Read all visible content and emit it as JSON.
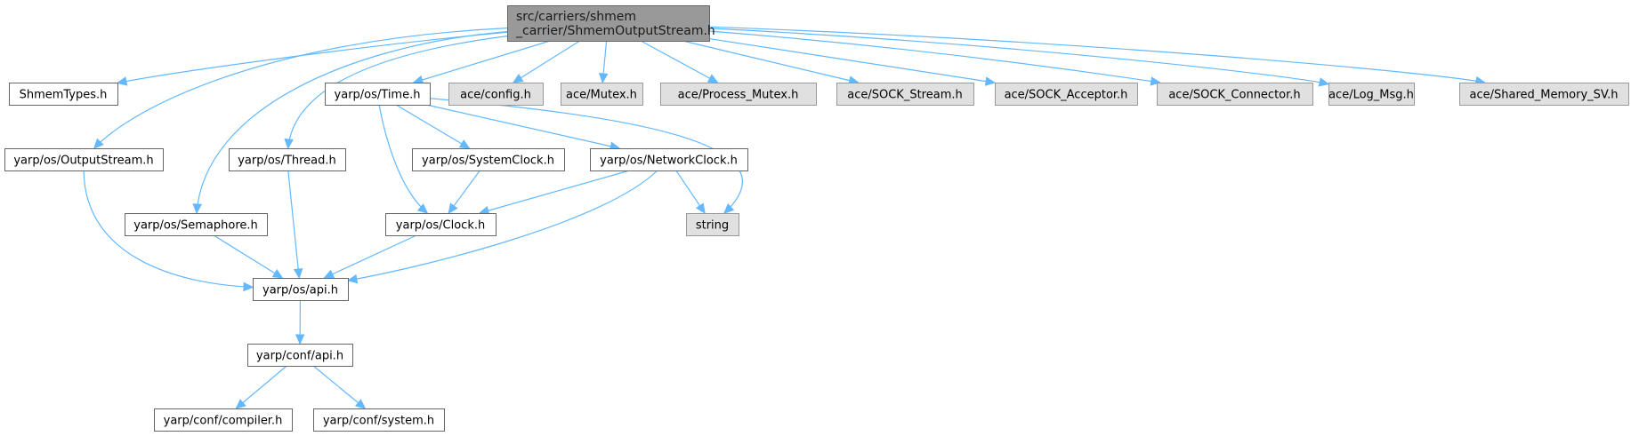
{
  "graph": {
    "title": "Include dependency graph for ShmemOutputStream.h",
    "colors": {
      "edge": "#63b8ff",
      "root_fill": "#999999",
      "std_fill": "#ffffff",
      "ext_fill": "#e0e0e0",
      "border": "#666666"
    },
    "nodes": [
      {
        "id": "root",
        "kind": "root",
        "lines": [
          "src/carriers/shmem",
          "_carrier/ShmemOutputStream.h"
        ]
      },
      {
        "id": "shmemtypes",
        "kind": "std",
        "lines": [
          "ShmemTypes.h"
        ]
      },
      {
        "id": "time",
        "kind": "std",
        "lines": [
          "yarp/os/Time.h"
        ]
      },
      {
        "id": "aceconfig",
        "kind": "ext",
        "lines": [
          "ace/config.h"
        ]
      },
      {
        "id": "acemutex",
        "kind": "ext",
        "lines": [
          "ace/Mutex.h"
        ]
      },
      {
        "id": "aceprocmutex",
        "kind": "ext",
        "lines": [
          "ace/Process_Mutex.h"
        ]
      },
      {
        "id": "acesockstream",
        "kind": "ext",
        "lines": [
          "ace/SOCK_Stream.h"
        ]
      },
      {
        "id": "acesockacceptor",
        "kind": "ext",
        "lines": [
          "ace/SOCK_Acceptor.h"
        ]
      },
      {
        "id": "acesockconnector",
        "kind": "ext",
        "lines": [
          "ace/SOCK_Connector.h"
        ]
      },
      {
        "id": "acelogmsg",
        "kind": "ext",
        "lines": [
          "ace/Log_Msg.h"
        ]
      },
      {
        "id": "aceshmsv",
        "kind": "ext",
        "lines": [
          "ace/Shared_Memory_SV.h"
        ]
      },
      {
        "id": "outputstream",
        "kind": "std",
        "lines": [
          "yarp/os/OutputStream.h"
        ]
      },
      {
        "id": "thread",
        "kind": "std",
        "lines": [
          "yarp/os/Thread.h"
        ]
      },
      {
        "id": "systemclock",
        "kind": "std",
        "lines": [
          "yarp/os/SystemClock.h"
        ]
      },
      {
        "id": "networkclock",
        "kind": "std",
        "lines": [
          "yarp/os/NetworkClock.h"
        ]
      },
      {
        "id": "semaphore",
        "kind": "std",
        "lines": [
          "yarp/os/Semaphore.h"
        ]
      },
      {
        "id": "clock",
        "kind": "std",
        "lines": [
          "yarp/os/Clock.h"
        ]
      },
      {
        "id": "string",
        "kind": "ext",
        "lines": [
          "string"
        ]
      },
      {
        "id": "osapi",
        "kind": "std",
        "lines": [
          "yarp/os/api.h"
        ]
      },
      {
        "id": "confapi",
        "kind": "std",
        "lines": [
          "yarp/conf/api.h"
        ]
      },
      {
        "id": "compiler",
        "kind": "std",
        "lines": [
          "yarp/conf/compiler.h"
        ]
      },
      {
        "id": "system",
        "kind": "std",
        "lines": [
          "yarp/conf/system.h"
        ]
      }
    ],
    "edges": [
      {
        "from": "root",
        "to": "shmemtypes"
      },
      {
        "from": "root",
        "to": "outputstream"
      },
      {
        "from": "root",
        "to": "semaphore"
      },
      {
        "from": "root",
        "to": "thread"
      },
      {
        "from": "root",
        "to": "time"
      },
      {
        "from": "root",
        "to": "aceconfig"
      },
      {
        "from": "root",
        "to": "acemutex"
      },
      {
        "from": "root",
        "to": "aceprocmutex"
      },
      {
        "from": "root",
        "to": "acesockstream"
      },
      {
        "from": "root",
        "to": "acesockacceptor"
      },
      {
        "from": "root",
        "to": "acesockconnector"
      },
      {
        "from": "root",
        "to": "acelogmsg"
      },
      {
        "from": "root",
        "to": "aceshmsv"
      },
      {
        "from": "time",
        "to": "clock"
      },
      {
        "from": "time",
        "to": "systemclock"
      },
      {
        "from": "time",
        "to": "networkclock"
      },
      {
        "from": "time",
        "to": "string"
      },
      {
        "from": "systemclock",
        "to": "clock"
      },
      {
        "from": "networkclock",
        "to": "clock"
      },
      {
        "from": "networkclock",
        "to": "string"
      },
      {
        "from": "networkclock",
        "to": "osapi"
      },
      {
        "from": "outputstream",
        "to": "osapi"
      },
      {
        "from": "thread",
        "to": "osapi"
      },
      {
        "from": "semaphore",
        "to": "osapi"
      },
      {
        "from": "clock",
        "to": "osapi"
      },
      {
        "from": "osapi",
        "to": "confapi"
      },
      {
        "from": "confapi",
        "to": "compiler"
      },
      {
        "from": "confapi",
        "to": "system"
      }
    ]
  }
}
